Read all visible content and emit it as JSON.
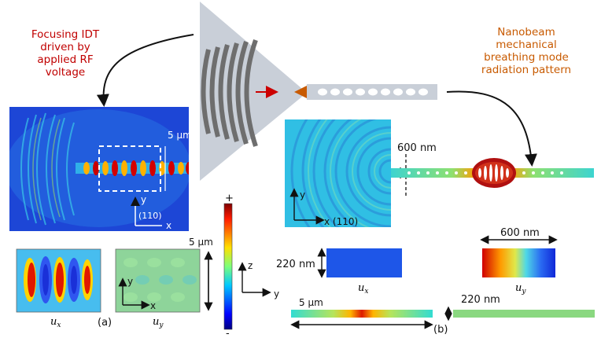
{
  "annotations": {
    "idt_caption": [
      "Focusing IDT",
      "driven by",
      "applied RF",
      "voltage"
    ],
    "nanobeam_caption": [
      "Nanobeam",
      "mechanical",
      "breathing mode",
      "radiation pattern"
    ]
  },
  "panel_a": {
    "scale_5um": "5 μm",
    "scale_5um_inset": "5 μm",
    "axis_y": "y",
    "axis_x": "x",
    "axis_110": "(110)",
    "ux_label_main": "u",
    "ux_label_sub": "x",
    "uy_label_main": "u",
    "uy_label_sub": "y",
    "inset_axis_y": "y",
    "inset_axis_x": "x",
    "panel_letter": "(a)"
  },
  "colorbar": {
    "plus": "+",
    "minus": "-",
    "axis_z": "z",
    "axis_y": "y"
  },
  "panel_b": {
    "dim_600nm_top": "600 nm",
    "axis_y": "y",
    "axis_x_110": "x (110)",
    "dim_220nm_left": "220 nm",
    "dim_600nm_right": "600 nm",
    "ux_label_main": "u",
    "ux_label_sub": "x",
    "uy_label_main": "u",
    "uy_label_sub": "y",
    "scale_5um": "5 μm",
    "dim_220nm_bottom": "220 nm",
    "panel_letter": "(b)"
  },
  "colors": {
    "idt_text": "#c00000",
    "nanobeam_text": "#c85a00",
    "triangle": "#c9cfd8",
    "finger": "#6e6e6e",
    "field_bg": "#1d46d6",
    "red_arrow": "#cc0000",
    "orange_arrow": "#c85a00"
  }
}
